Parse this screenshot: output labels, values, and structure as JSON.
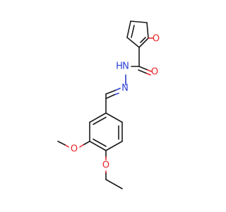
{
  "molecule": {
    "atoms": {
      "furan_o": "O",
      "carbonyl_o": "O",
      "amide_n": "N",
      "amide_h": "H",
      "imine_n": "N",
      "methoxy_o": "O",
      "ethoxy_o": "O"
    },
    "colors": {
      "carbon": "#1a1a1a",
      "oxygen": "#e8262a",
      "nitrogen": "#2b3fd6",
      "background": "#ffffff"
    }
  }
}
